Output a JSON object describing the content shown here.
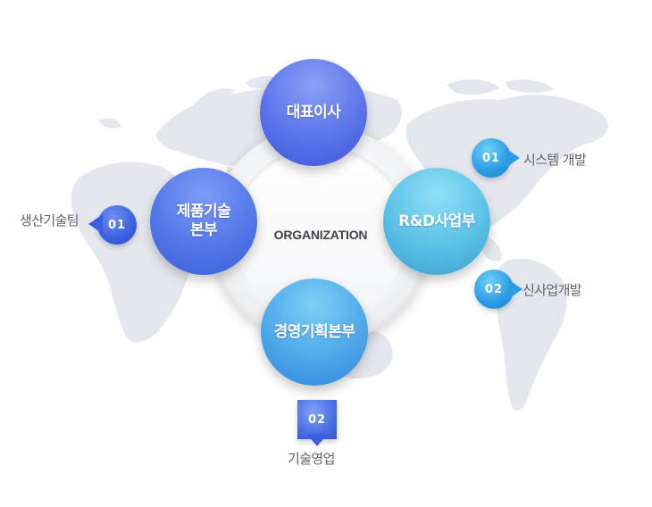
{
  "center": {
    "label": "ORGANIZATION"
  },
  "nodes": {
    "ceo": "대표이사",
    "product": "제품기술\n본부",
    "rnd": "R&D사업부",
    "mgmt": "경영기획본부"
  },
  "teams": {
    "product_team": {
      "num": "01",
      "label": "생산기술팀"
    },
    "rnd_team_1": {
      "num": "01",
      "label": "시스템 개발"
    },
    "rnd_team_2": {
      "num": "02",
      "label": "신사업개발"
    },
    "mgmt_team": {
      "num": "02",
      "label": "기술영업"
    }
  },
  "colors": {
    "map": "#e4e8ee",
    "node_blue": "#5177e8",
    "node_cyan": "#5bc0e6",
    "pin_cyan": "#2a9be4",
    "pin_blue": "#3b5fe0",
    "text_gray": "#606368"
  }
}
